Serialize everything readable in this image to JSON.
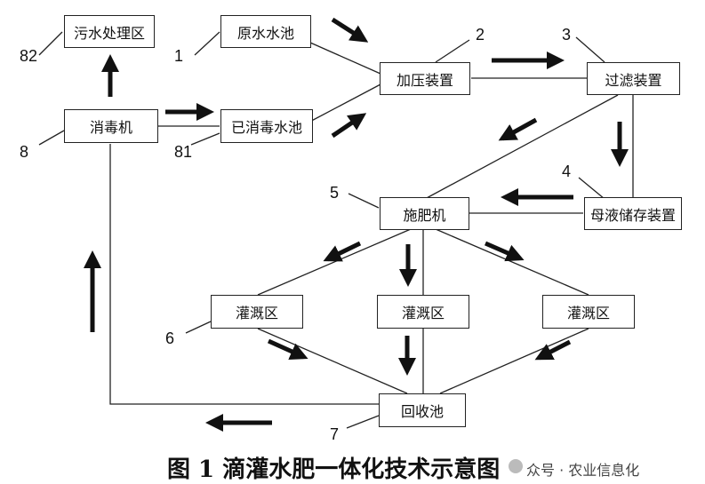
{
  "nodes": {
    "sewage": "污水处理区",
    "raw_pool": "原水水池",
    "pressurize": "加压装置",
    "filter": "过滤装置",
    "disinfect": "消毒机",
    "clean_pool": "已消毒水池",
    "fert_machine": "施肥机",
    "mother_tank": "母液储存装置",
    "zone_left": "灌溉区",
    "zone_mid": "灌溉区",
    "zone_right": "灌溉区",
    "recycle_pool": "回收池"
  },
  "labels": {
    "n82": "82",
    "n1": "1",
    "n2": "2",
    "n3": "3",
    "n8": "8",
    "n81": "81",
    "n4": "4",
    "n5": "5",
    "n6": "6",
    "n7": "7"
  },
  "caption": "图 1 滴灌水肥一体化技术示意图",
  "watermark": "众号 · 农业信息化"
}
